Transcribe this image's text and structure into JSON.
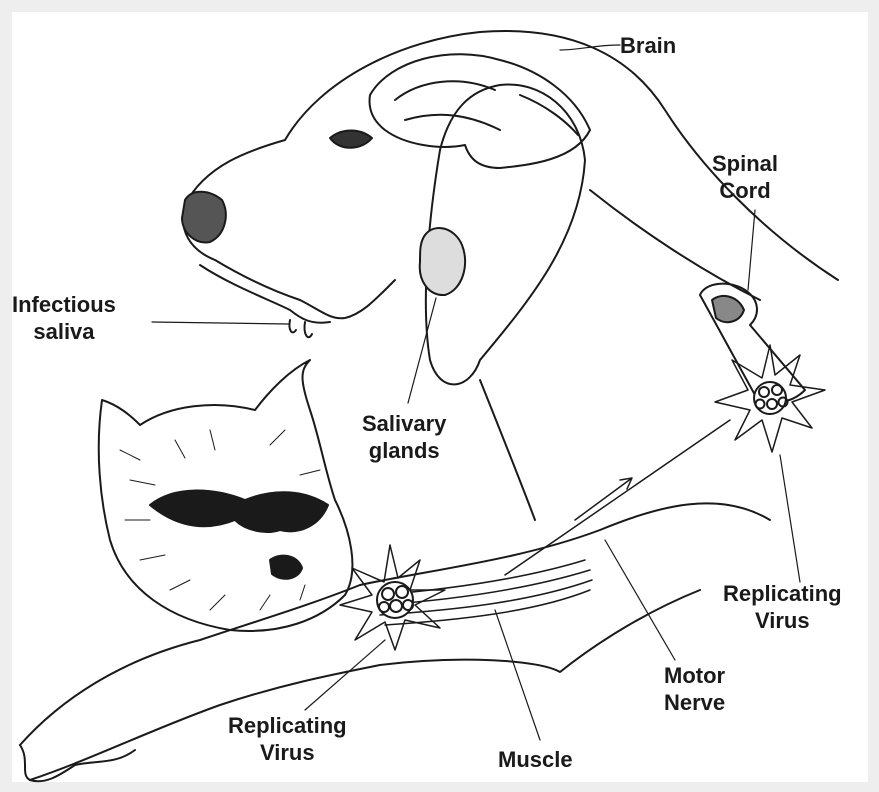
{
  "colors": {
    "ink": "#1a1a1a",
    "paper": "#ffffff",
    "frame": "#eeeeee"
  },
  "labels": {
    "brain": "Brain",
    "spinal_cord": [
      "Spinal",
      "Cord"
    ],
    "infectious_saliva": [
      "Infectious",
      "saliva"
    ],
    "salivary_glands": [
      "Salivary",
      "glands"
    ],
    "replicating_virus_right": [
      "Replicating",
      "Virus"
    ],
    "replicating_virus_left": [
      "Replicating",
      "Virus"
    ],
    "motor_nerve": [
      "Motor",
      "Nerve"
    ],
    "muscle": "Muscle"
  }
}
